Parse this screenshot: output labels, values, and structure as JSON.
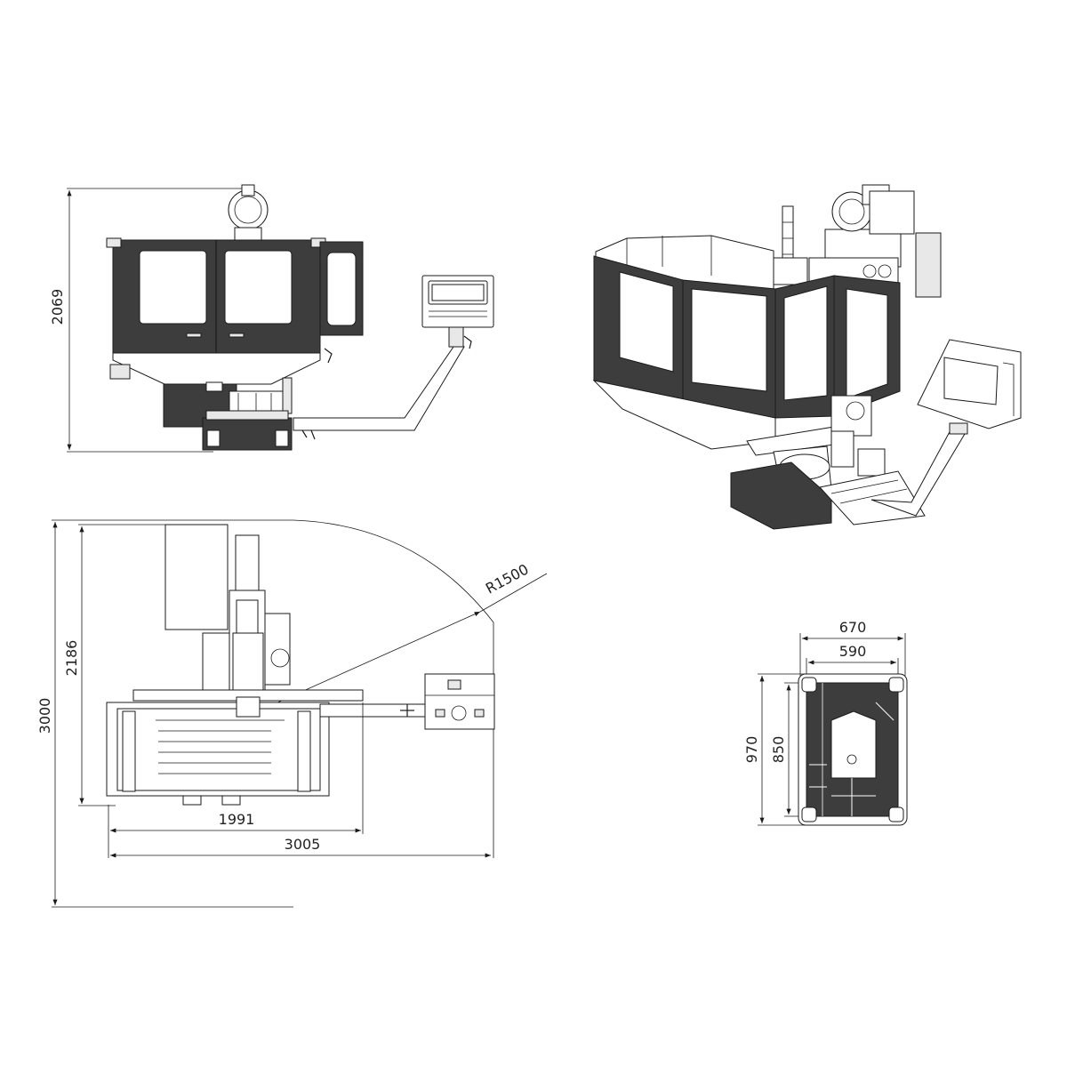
{
  "dimensions": {
    "front_height": "2069",
    "top_depth_total": "3000",
    "top_depth_table": "2186",
    "top_width_table": "1991",
    "top_width_total": "3005",
    "swing_radius": "R1500",
    "base_width_outer": "670",
    "base_width_inner": "590",
    "base_depth_outer": "970",
    "base_depth_inner": "850"
  }
}
